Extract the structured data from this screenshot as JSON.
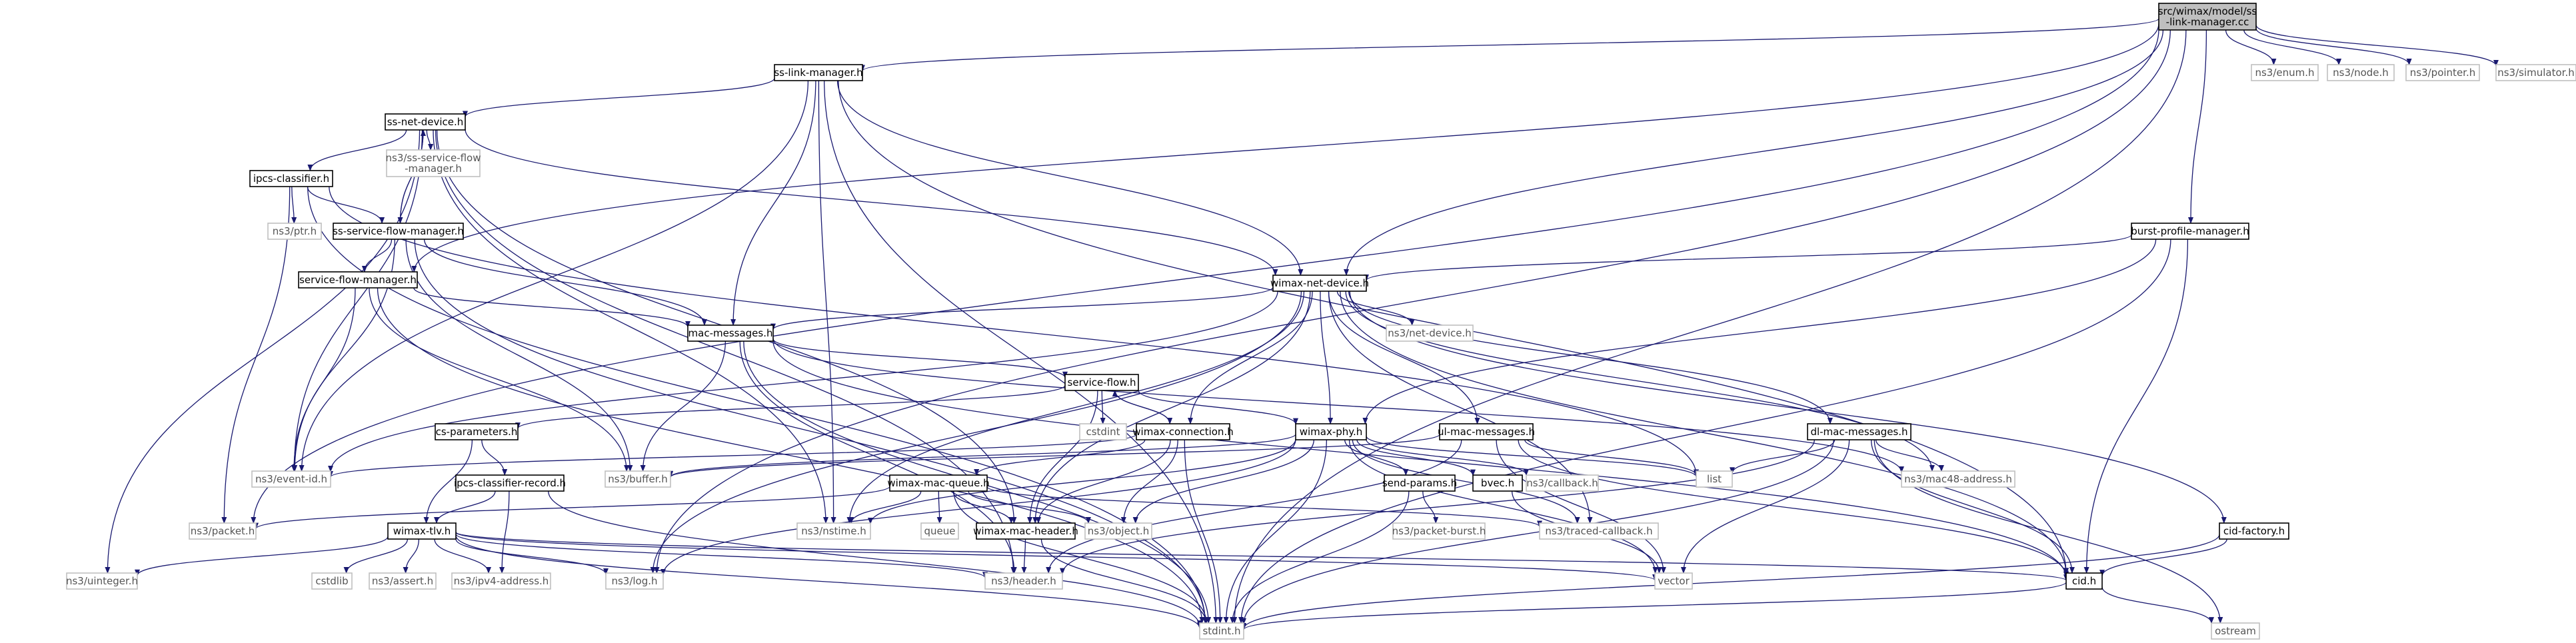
{
  "nodes": [
    {
      "id": "root",
      "lines": [
        "src/wimax/model/ss",
        "-link-manager.cc"
      ],
      "kind": "root"
    },
    {
      "id": "sslm",
      "lines": [
        "ss-link-manager.h"
      ],
      "kind": "file"
    },
    {
      "id": "enum",
      "lines": [
        "ns3/enum.h"
      ],
      "kind": "ext"
    },
    {
      "id": "node",
      "lines": [
        "ns3/node.h"
      ],
      "kind": "ext"
    },
    {
      "id": "pointer",
      "lines": [
        "ns3/pointer.h"
      ],
      "kind": "ext"
    },
    {
      "id": "sim",
      "lines": [
        "ns3/simulator.h"
      ],
      "kind": "ext"
    },
    {
      "id": "ssnd",
      "lines": [
        "ss-net-device.h"
      ],
      "kind": "file"
    },
    {
      "id": "sssfm2",
      "lines": [
        "ns3/ss-service-flow",
        "-manager.h"
      ],
      "kind": "ext"
    },
    {
      "id": "ipcs",
      "lines": [
        "ipcs-classifier.h"
      ],
      "kind": "file"
    },
    {
      "id": "ptr",
      "lines": [
        "ns3/ptr.h"
      ],
      "kind": "ext"
    },
    {
      "id": "sssfm",
      "lines": [
        "ss-service-flow-manager.h"
      ],
      "kind": "file"
    },
    {
      "id": "sfm",
      "lines": [
        "service-flow-manager.h"
      ],
      "kind": "file"
    },
    {
      "id": "bpm",
      "lines": [
        "burst-profile-manager.h"
      ],
      "kind": "file"
    },
    {
      "id": "wnd",
      "lines": [
        "wimax-net-device.h"
      ],
      "kind": "file"
    },
    {
      "id": "nsnd",
      "lines": [
        "ns3/net-device.h"
      ],
      "kind": "ext"
    },
    {
      "id": "macm",
      "lines": [
        "mac-messages.h"
      ],
      "kind": "file"
    },
    {
      "id": "sf",
      "lines": [
        "service-flow.h"
      ],
      "kind": "file"
    },
    {
      "id": "cstdint",
      "lines": [
        "cstdint"
      ],
      "kind": "ext"
    },
    {
      "id": "csp",
      "lines": [
        "cs-parameters.h"
      ],
      "kind": "file"
    },
    {
      "id": "wconn",
      "lines": [
        "wimax-connection.h"
      ],
      "kind": "file"
    },
    {
      "id": "wphy",
      "lines": [
        "wimax-phy.h"
      ],
      "kind": "file"
    },
    {
      "id": "ulmm",
      "lines": [
        "ul-mac-messages.h"
      ],
      "kind": "file"
    },
    {
      "id": "dlmm",
      "lines": [
        "dl-mac-messages.h"
      ],
      "kind": "file"
    },
    {
      "id": "eventid",
      "lines": [
        "ns3/event-id.h"
      ],
      "kind": "ext"
    },
    {
      "id": "buffer",
      "lines": [
        "ns3/buffer.h"
      ],
      "kind": "ext"
    },
    {
      "id": "ipcscr",
      "lines": [
        "ipcs-classifier-record.h"
      ],
      "kind": "file"
    },
    {
      "id": "wmq",
      "lines": [
        "wimax-mac-queue.h"
      ],
      "kind": "file"
    },
    {
      "id": "sendp",
      "lines": [
        "send-params.h"
      ],
      "kind": "file"
    },
    {
      "id": "bvec",
      "lines": [
        "bvec.h"
      ],
      "kind": "file"
    },
    {
      "id": "callback",
      "lines": [
        "ns3/callback.h"
      ],
      "kind": "ext"
    },
    {
      "id": "list",
      "lines": [
        "list"
      ],
      "kind": "ext"
    },
    {
      "id": "mac48",
      "lines": [
        "ns3/mac48-address.h"
      ],
      "kind": "ext"
    },
    {
      "id": "packet",
      "lines": [
        "ns3/packet.h"
      ],
      "kind": "ext"
    },
    {
      "id": "wtlv",
      "lines": [
        "wimax-tlv.h"
      ],
      "kind": "file"
    },
    {
      "id": "queue",
      "lines": [
        "queue"
      ],
      "kind": "ext"
    },
    {
      "id": "nstime",
      "lines": [
        "ns3/nstime.h"
      ],
      "kind": "ext"
    },
    {
      "id": "wmh",
      "lines": [
        "wimax-mac-header.h"
      ],
      "kind": "file"
    },
    {
      "id": "object",
      "lines": [
        "ns3/object.h"
      ],
      "kind": "ext"
    },
    {
      "id": "pburst",
      "lines": [
        "ns3/packet-burst.h"
      ],
      "kind": "ext"
    },
    {
      "id": "tcb",
      "lines": [
        "ns3/traced-callback.h"
      ],
      "kind": "ext"
    },
    {
      "id": "cidf",
      "lines": [
        "cid-factory.h"
      ],
      "kind": "file"
    },
    {
      "id": "uint",
      "lines": [
        "ns3/uinteger.h"
      ],
      "kind": "ext"
    },
    {
      "id": "cstdlib",
      "lines": [
        "cstdlib"
      ],
      "kind": "ext"
    },
    {
      "id": "assert",
      "lines": [
        "ns3/assert.h"
      ],
      "kind": "ext"
    },
    {
      "id": "ipv4",
      "lines": [
        "ns3/ipv4-address.h"
      ],
      "kind": "ext"
    },
    {
      "id": "log",
      "lines": [
        "ns3/log.h"
      ],
      "kind": "ext"
    },
    {
      "id": "header",
      "lines": [
        "ns3/header.h"
      ],
      "kind": "ext"
    },
    {
      "id": "vector",
      "lines": [
        "vector"
      ],
      "kind": "ext"
    },
    {
      "id": "cid",
      "lines": [
        "cid.h"
      ],
      "kind": "file"
    },
    {
      "id": "stdint",
      "lines": [
        "stdint.h"
      ],
      "kind": "ext"
    },
    {
      "id": "ostream",
      "lines": [
        "ostream"
      ],
      "kind": "ext"
    }
  ],
  "edges": [
    [
      "root",
      "sslm"
    ],
    [
      "root",
      "enum"
    ],
    [
      "root",
      "node"
    ],
    [
      "root",
      "pointer"
    ],
    [
      "root",
      "sim"
    ],
    [
      "root",
      "bpm"
    ],
    [
      "root",
      "wnd"
    ],
    [
      "root",
      "sfm"
    ],
    [
      "root",
      "packet"
    ],
    [
      "root",
      "log"
    ],
    [
      "root",
      "stdint"
    ],
    [
      "sslm",
      "ssnd"
    ],
    [
      "sslm",
      "wnd"
    ],
    [
      "sslm",
      "macm"
    ],
    [
      "sslm",
      "cid"
    ],
    [
      "sslm",
      "nstime"
    ],
    [
      "sslm",
      "eventid"
    ],
    [
      "sslm",
      "stdint"
    ],
    [
      "ssnd",
      "sssfm2"
    ],
    [
      "ssnd",
      "ipcs"
    ],
    [
      "ssnd",
      "wnd"
    ],
    [
      "ssnd",
      "sssfm"
    ],
    [
      "ssnd",
      "eventid"
    ],
    [
      "ssnd",
      "uint"
    ],
    [
      "ssnd",
      "nstime"
    ],
    [
      "ssnd",
      "wmh"
    ],
    [
      "ssnd",
      "header"
    ],
    [
      "ipcs",
      "ptr"
    ],
    [
      "ipcs",
      "sssfm"
    ],
    [
      "ipcs",
      "list"
    ],
    [
      "ipcs",
      "packet"
    ],
    [
      "ipcs",
      "stdint"
    ],
    [
      "sssfm",
      "ssnd"
    ],
    [
      "sssfm",
      "sfm"
    ],
    [
      "sssfm",
      "macm"
    ],
    [
      "sssfm",
      "eventid"
    ],
    [
      "sssfm",
      "buffer"
    ],
    [
      "sssfm",
      "stdint"
    ],
    [
      "sfm",
      "macm"
    ],
    [
      "sfm",
      "eventid"
    ],
    [
      "sfm",
      "buffer"
    ],
    [
      "sfm",
      "stdint"
    ],
    [
      "bpm",
      "wnd"
    ],
    [
      "bpm",
      "wphy"
    ],
    [
      "bpm",
      "cid"
    ],
    [
      "bpm",
      "stdint"
    ],
    [
      "wnd",
      "nsnd"
    ],
    [
      "wnd",
      "macm"
    ],
    [
      "wnd",
      "wconn"
    ],
    [
      "wnd",
      "wphy"
    ],
    [
      "wnd",
      "ulmm"
    ],
    [
      "wnd",
      "dlmm"
    ],
    [
      "wnd",
      "eventid"
    ],
    [
      "wnd",
      "nstime"
    ],
    [
      "wnd",
      "log"
    ],
    [
      "wnd",
      "wmh"
    ],
    [
      "wnd",
      "mac48"
    ],
    [
      "wnd",
      "tcb"
    ],
    [
      "wnd",
      "cidf"
    ],
    [
      "wnd",
      "cid"
    ],
    [
      "macm",
      "sf"
    ],
    [
      "macm",
      "buffer"
    ],
    [
      "macm",
      "mac48"
    ],
    [
      "macm",
      "cid"
    ],
    [
      "macm",
      "stdint"
    ],
    [
      "macm",
      "header"
    ],
    [
      "sf",
      "cstdint"
    ],
    [
      "sf",
      "csp"
    ],
    [
      "sf",
      "wconn"
    ],
    [
      "sf",
      "wphy"
    ],
    [
      "sf",
      "wmh"
    ],
    [
      "csp",
      "ipcscr"
    ],
    [
      "csp",
      "wtlv"
    ],
    [
      "wconn",
      "sf"
    ],
    [
      "wconn",
      "wmq"
    ],
    [
      "wconn",
      "wmh"
    ],
    [
      "wconn",
      "object"
    ],
    [
      "wconn",
      "stdint"
    ],
    [
      "wconn",
      "eventid"
    ],
    [
      "wphy",
      "sendp"
    ],
    [
      "wphy",
      "bvec"
    ],
    [
      "wphy",
      "callback"
    ],
    [
      "wphy",
      "list"
    ],
    [
      "wphy",
      "buffer"
    ],
    [
      "wphy",
      "nstime"
    ],
    [
      "wphy",
      "log"
    ],
    [
      "wphy",
      "object"
    ],
    [
      "wphy",
      "tcb"
    ],
    [
      "wphy",
      "vector"
    ],
    [
      "wphy",
      "stdint"
    ],
    [
      "ulmm",
      "list"
    ],
    [
      "ulmm",
      "vector"
    ],
    [
      "ulmm",
      "cid"
    ],
    [
      "ulmm",
      "header"
    ],
    [
      "ulmm",
      "buffer"
    ],
    [
      "dlmm",
      "list"
    ],
    [
      "dlmm",
      "mac48"
    ],
    [
      "dlmm",
      "vector"
    ],
    [
      "dlmm",
      "cid"
    ],
    [
      "dlmm",
      "header"
    ],
    [
      "dlmm",
      "stdint"
    ],
    [
      "dlmm",
      "ostream"
    ],
    [
      "ipcscr",
      "wtlv"
    ],
    [
      "ipcscr",
      "ipv4"
    ],
    [
      "ipcscr",
      "stdint"
    ],
    [
      "wmq",
      "queue"
    ],
    [
      "wmq",
      "packet"
    ],
    [
      "wmq",
      "nstime"
    ],
    [
      "wmq",
      "object"
    ],
    [
      "wmq",
      "wmh"
    ],
    [
      "wmq",
      "tcb"
    ],
    [
      "wmq",
      "stdint"
    ],
    [
      "sendp",
      "pburst"
    ],
    [
      "sendp",
      "stdint"
    ],
    [
      "bvec",
      "vector"
    ],
    [
      "wtlv",
      "uint"
    ],
    [
      "wtlv",
      "cstdlib"
    ],
    [
      "wtlv",
      "assert"
    ],
    [
      "wtlv",
      "ipv4"
    ],
    [
      "wtlv",
      "log"
    ],
    [
      "wtlv",
      "header"
    ],
    [
      "wtlv",
      "vector"
    ],
    [
      "wtlv",
      "cid"
    ],
    [
      "wtlv",
      "stdint"
    ],
    [
      "wmh",
      "header"
    ],
    [
      "wmh",
      "stdint"
    ],
    [
      "cidf",
      "cid"
    ],
    [
      "cidf",
      "stdint"
    ],
    [
      "cid",
      "stdint"
    ],
    [
      "cid",
      "ostream"
    ]
  ]
}
